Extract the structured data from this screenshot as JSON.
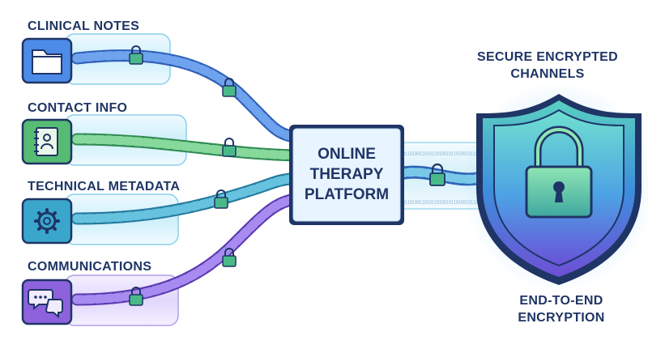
{
  "sources": [
    {
      "label": "CLINICAL NOTES",
      "icon": "folder-icon",
      "color": "#3f7fe0"
    },
    {
      "label": "CONTACT INFO",
      "icon": "address-book-icon",
      "color": "#4cae6a"
    },
    {
      "label": "TECHNICAL METADATA",
      "icon": "gear-icon",
      "color": "#3a9ec4"
    },
    {
      "label": "COMMUNICATIONS",
      "icon": "chat-bubbles-icon",
      "color": "#8a5bd8"
    }
  ],
  "center": {
    "line1": "ONLINE",
    "line2": "THERAPY",
    "line3": "PLATFORM"
  },
  "channels_label": {
    "line1": "SECURE ENCRYPTED",
    "line2": "CHANNELS"
  },
  "encryption_label": {
    "line1": "END-TO-END",
    "line2": "ENCRYPTION"
  },
  "binary_stream": "1011010011010110100101101001011010"
}
